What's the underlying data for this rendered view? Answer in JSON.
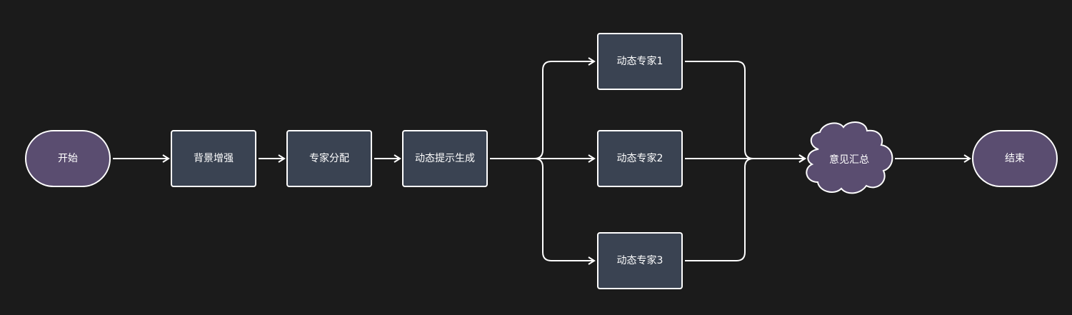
{
  "nodes": {
    "start": "开始",
    "context_enhance": "背景增强",
    "expert_assign": "专家分配",
    "dynamic_prompt": "动态提示生成",
    "expert_1": "动态专家1",
    "expert_2": "动态专家2",
    "expert_3": "动态专家3",
    "opinion_summary": "意见汇总",
    "end": "结束"
  },
  "colors": {
    "background": "#1b1b1b",
    "terminal_fill": "#5a4d70",
    "process_fill": "#3a4352",
    "stroke": "#ffffff"
  }
}
